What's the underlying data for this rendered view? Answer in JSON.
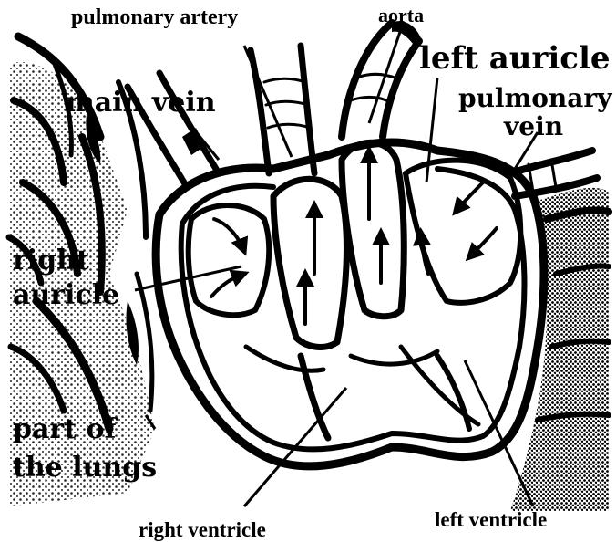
{
  "labels": {
    "pulmonary_artery": "pulmonary artery",
    "aorta": "aorta",
    "left_auricle": "left auricle",
    "pulmonary_vein_line1": "pulmonary",
    "pulmonary_vein_line2": "vein",
    "main_vein": "main vein",
    "right_auricle_line1": "right",
    "right_auricle_line2": "auricle",
    "lungs_line1": "part of",
    "lungs_line2": "the lungs",
    "right_ventricle": "right ventricle",
    "left_ventricle": "left ventricle"
  },
  "colors": {
    "ink": "#000000",
    "paper": "#ffffff"
  }
}
